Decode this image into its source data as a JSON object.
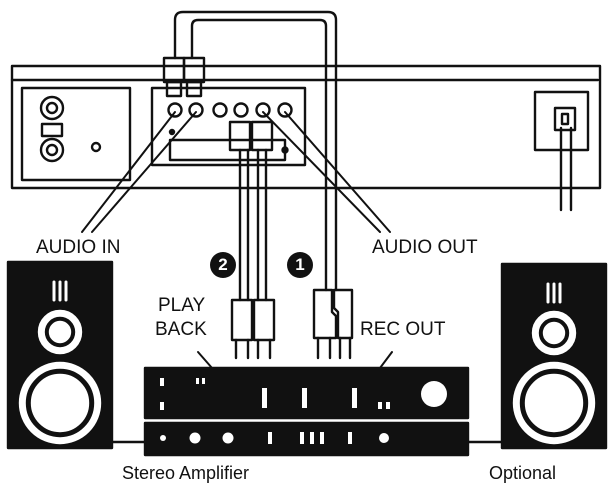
{
  "labels": {
    "audio_in": "AUDIO IN",
    "audio_out": "AUDIO OUT",
    "play_back_line1": "PLAY",
    "play_back_line2": "BACK",
    "rec_out": "REC OUT",
    "stereo_amplifier": "Stereo Amplifier",
    "optional": "Optional"
  },
  "badges": {
    "cable_1": "1",
    "cable_2": "2"
  },
  "colors": {
    "ink": "#111111",
    "background": "#ffffff"
  }
}
